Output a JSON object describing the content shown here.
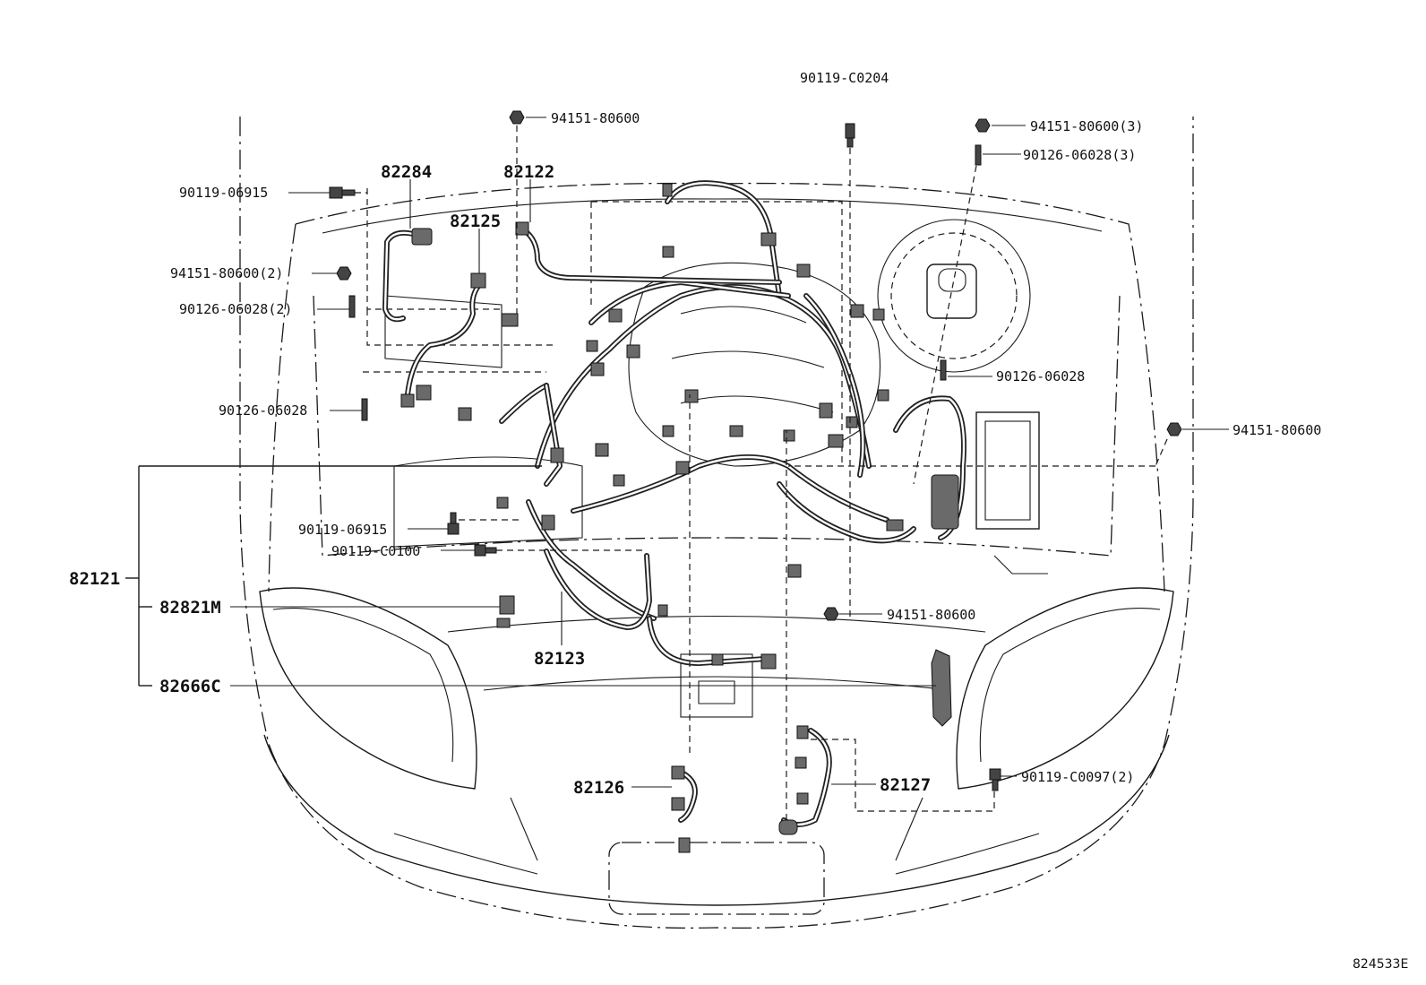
{
  "callouts": {
    "p90119_C0204": "90119-C0204",
    "p94151_80600_top": "94151-80600",
    "p94151_80600_3": "94151-80600(3)",
    "p90126_06028_3": "90126-06028(3)",
    "p82284": "82284",
    "p82122": "82122",
    "p82125": "82125",
    "p90119_06915_top": "90119-06915",
    "p94151_80600_2": "94151-80600(2)",
    "p90126_06028_2": "90126-06028(2)",
    "p90126_06028_left": "90126-06028",
    "p90126_06028_right": "90126-06028",
    "p94151_80600_right": "94151-80600",
    "p82121": "82121",
    "p90119_06915_mid": "90119-06915",
    "p90119_C0100": "90119-C0100",
    "p82821M": "82821M",
    "p82123": "82123",
    "p94151_80600_mid": "94151-80600",
    "p82666C": "82666C",
    "p82126": "82126",
    "p82127": "82127",
    "p90119_C0097_2": "90119-C0097(2)"
  },
  "reference_code": "824533E"
}
